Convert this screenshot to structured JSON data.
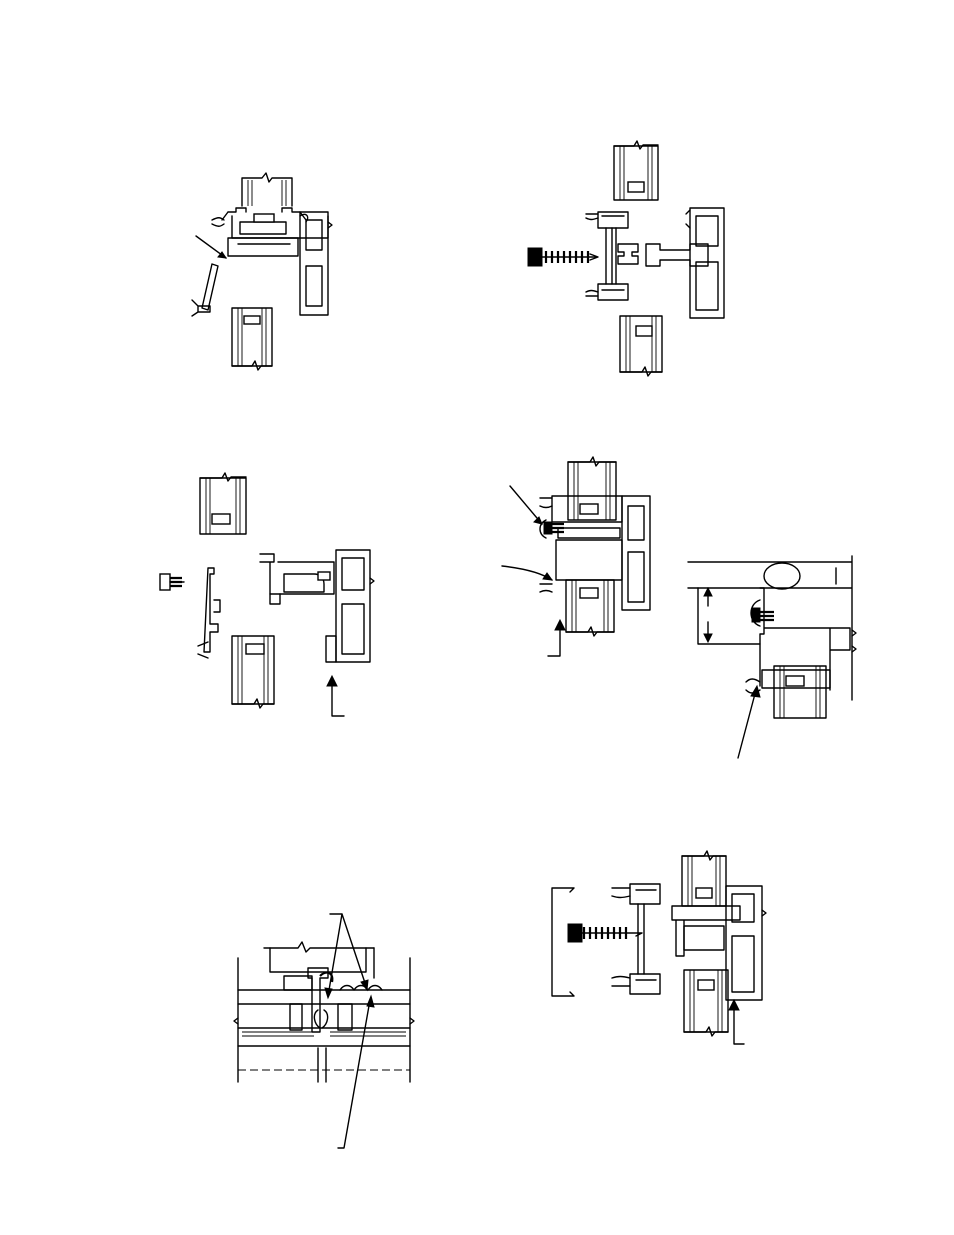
{
  "page": {
    "background": "#ffffff",
    "ink": "#000000"
  },
  "figures": [
    {
      "id": "detail-top-left",
      "icon": "mullion-with-snap-cover"
    },
    {
      "id": "detail-top-right",
      "icon": "split-mullion-with-hex-screw"
    },
    {
      "id": "detail-middle-left",
      "icon": "exploded-mullion-with-screw"
    },
    {
      "id": "detail-middle-right",
      "icon": "installed-mullion-and-jamb-section"
    },
    {
      "id": "detail-bottom-left",
      "icon": "sill-section-with-sealant"
    },
    {
      "id": "detail-bottom-right",
      "icon": "channel-closure-with-hex-screw"
    }
  ]
}
